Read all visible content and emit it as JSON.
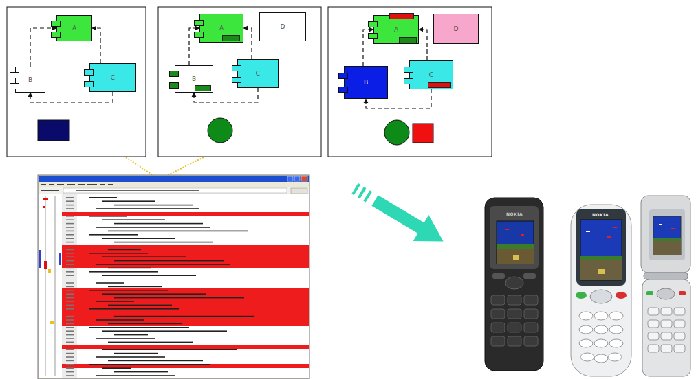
{
  "diagram": {
    "nodes": [
      {
        "text": [
          "A"
        ]
      },
      {
        "text": [
          "B"
        ]
      },
      {
        "text": [
          "C"
        ]
      },
      {
        "text": [
          "A"
        ]
      },
      {
        "text": [
          "D"
        ]
      },
      {
        "text": [
          "B"
        ]
      },
      {
        "text": [
          "C"
        ]
      },
      {
        "text": [
          "A"
        ]
      },
      {
        "text": [
          "D"
        ]
      },
      {
        "text": [
          "B"
        ]
      },
      {
        "text": [
          "C"
        ]
      }
    ],
    "edges": [
      {
        "from": 1,
        "to": 0,
        "arrow": "to"
      },
      {
        "from": 2,
        "to": 0,
        "arrow": "to"
      },
      {
        "from": 2,
        "to": 1,
        "arrow": "to"
      },
      {
        "from": 5,
        "to": 3,
        "arrow": "to"
      },
      {
        "from": 6,
        "to": 3,
        "arrow": "to"
      },
      {
        "from": 6,
        "to": 5,
        "arrow": "to"
      },
      {
        "from": 9,
        "to": 7,
        "arrow": "to"
      },
      {
        "from": 10,
        "to": 7,
        "arrow": "to"
      },
      {
        "from": 10,
        "to": 9,
        "arrow": "to"
      }
    ],
    "labels": [
      "NOKIA",
      "NOKIA"
    ]
  }
}
